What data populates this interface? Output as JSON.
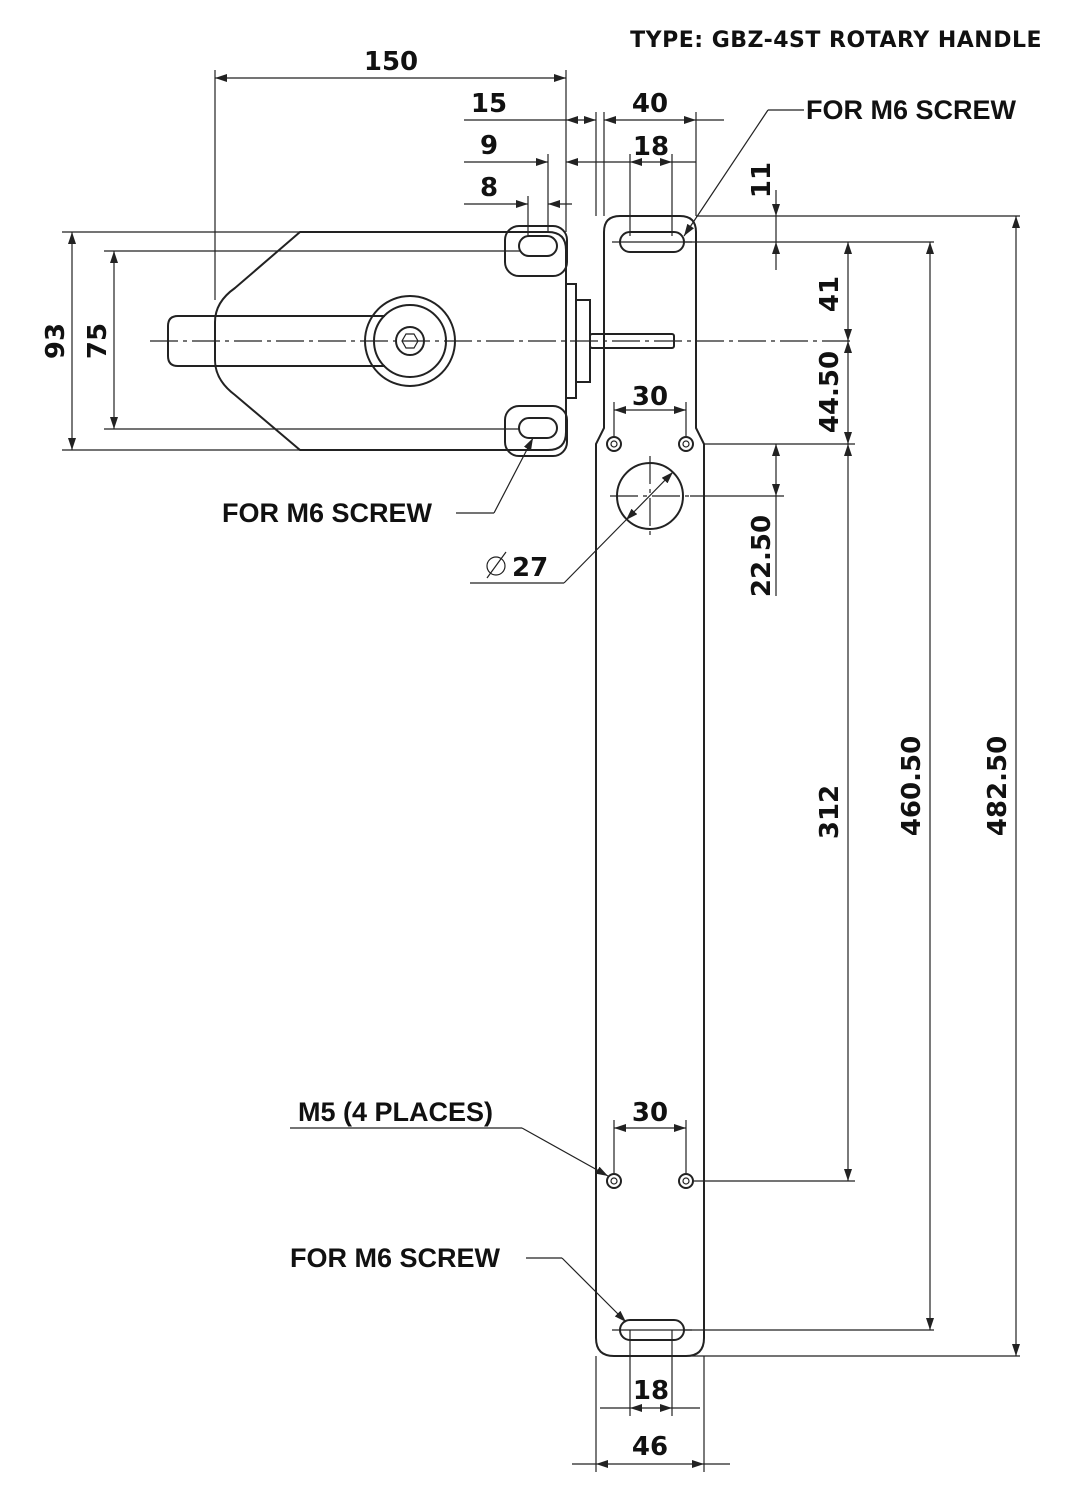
{
  "title": "TYPE: GBZ-4ST ROTARY HANDLE",
  "labels": {
    "screw_top_right": "FOR M6 SCREW",
    "screw_left": "FOR M6 SCREW",
    "screw_bottom": "FOR M6 SCREW",
    "m5": "M5 (4 PLACES)",
    "diameter": "27"
  },
  "dimensions": {
    "d150": "150",
    "d15": "15",
    "d9": "9",
    "d8": "8",
    "d40": "40",
    "d18_top": "18",
    "d11": "11",
    "d41": "41",
    "d44_50": "44.50",
    "d30_top": "30",
    "d22_50": "22.50",
    "d93": "93",
    "d75": "75",
    "d312": "312",
    "d460_50": "460.50",
    "d482_50": "482.50",
    "d30_bottom": "30",
    "d18_bottom": "18",
    "d46": "46"
  }
}
